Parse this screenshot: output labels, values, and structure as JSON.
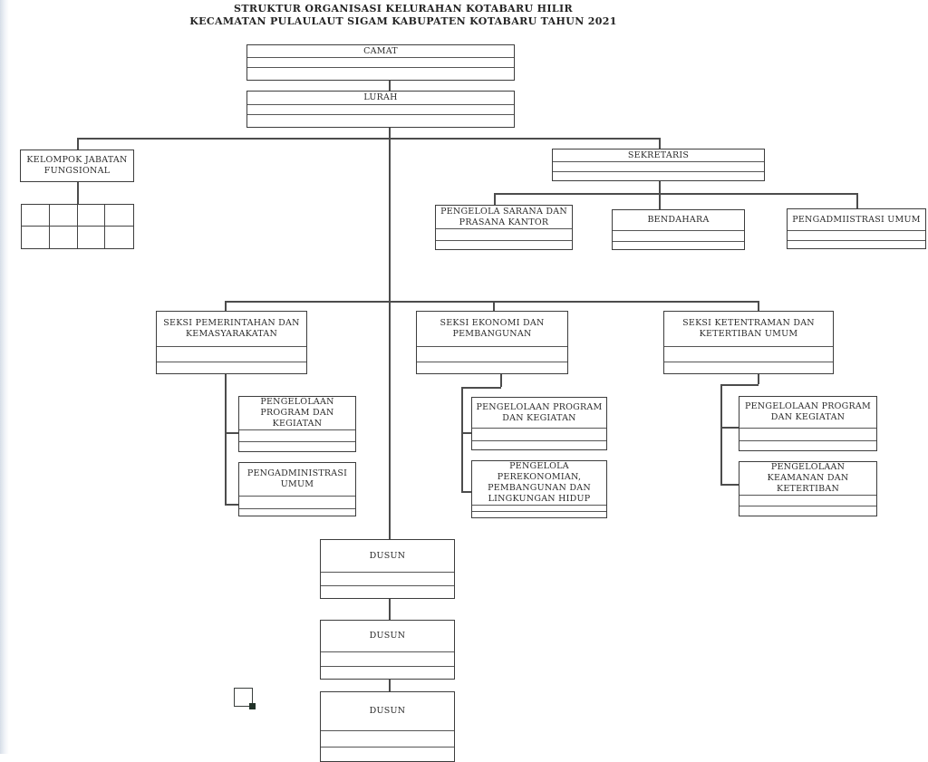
{
  "title": {
    "line1": "STRUKTUR ORGANISASI KELURAHAN KOTABARU HILIR",
    "line2": "KECAMATAN PULAULAUT SIGAM KABUPATEN KOTABARU TAHUN 2021"
  },
  "colors": {
    "line": "#4c4c4c",
    "box_border": "#3d3d3d",
    "text": "#2b2b2b",
    "background": "#ffffff"
  },
  "nodes": {
    "camat": "CAMAT",
    "lurah": "LURAH",
    "kelompok_jabatan": "KELOMPOK JABATAN FUNGSIONAL",
    "sekretaris": "SEKRETARIS",
    "pengelola_sarana": "PENGELOLA SARANA DAN PRASANA KANTOR",
    "bendahara": "BENDAHARA",
    "pengadmiistrasi_umum": "PENGADMIISTRASI UMUM",
    "seksi_pemerintahan": "SEKSI PEMERINTAHAN DAN KEMASYARAKATAN",
    "seksi_ekonomi": "SEKSI EKONOMI DAN PEMBANGUNAN",
    "seksi_ketentraman": "SEKSI KETENTRAMAN DAN KETERTIBAN UMUM",
    "program_kegiatan_1": "PENGELOLAAN PROGRAM DAN KEGIATAN",
    "pengadministrasi_umum": "PENGADMINISTRASI UMUM",
    "program_kegiatan_2": "PENGELOLAAN PROGRAM DAN KEGIATAN",
    "pengelola_perekonomian": "PENGELOLA PEREKONOMIAN, PEMBANGUNAN DAN LINGKUNGAN HIDUP",
    "program_kegiatan_3": "PENGELOLAAN PROGRAM DAN KEGIATAN",
    "pengelolaan_keamanan": "PENGELOLAAN KEAMANAN DAN KETERTIBAN",
    "dusun_1": "DUSUN",
    "dusun_2": "DUSUN",
    "dusun_3": "DUSUN"
  }
}
